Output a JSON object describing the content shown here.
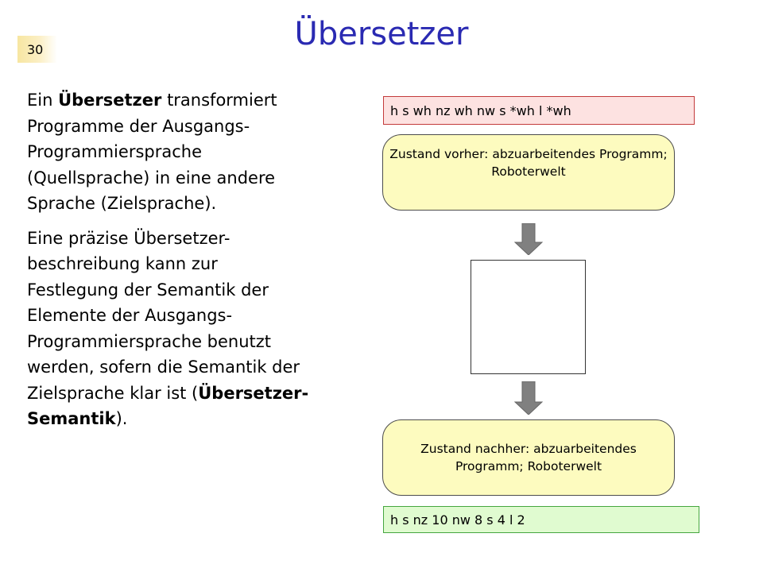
{
  "slide": {
    "number": "30",
    "title": "Übersetzer"
  },
  "text": {
    "p1_pre": "Ein ",
    "p1_bold": "Übersetzer",
    "p1_post": " transformiert Programme der Ausgangs-Programmiersprache (Quellsprache) in eine andere Sprache (Zielsprache).",
    "p2_pre": "Eine präzise Übersetzer-beschreibung kann zur Festlegung der Semantik der Elemente der Ausgangs-Programmiersprache benutzt werden, sofern die Semantik der Zielsprache klar ist (",
    "p2_bold": "Übersetzer-Semantik",
    "p2_post": ")."
  },
  "diagram": {
    "source_program": "h s wh nz wh nw s *wh l *wh",
    "state_before": "Zustand vorher: abzuarbeitendes Programm; Roboterwelt",
    "state_after": "Zustand nachher: abzuarbeitendes Programm; Roboterwelt",
    "target_program": "h s nz 10 nw 8 s 4 l 2",
    "colors": {
      "title": "#2a2ab2",
      "source_bg": "#fde2e1",
      "source_border": "#c33b3b",
      "target_bg": "#e0fbd0",
      "target_border": "#46a640",
      "state_bg": "#fdfbbf",
      "arrow": "#808080"
    }
  }
}
